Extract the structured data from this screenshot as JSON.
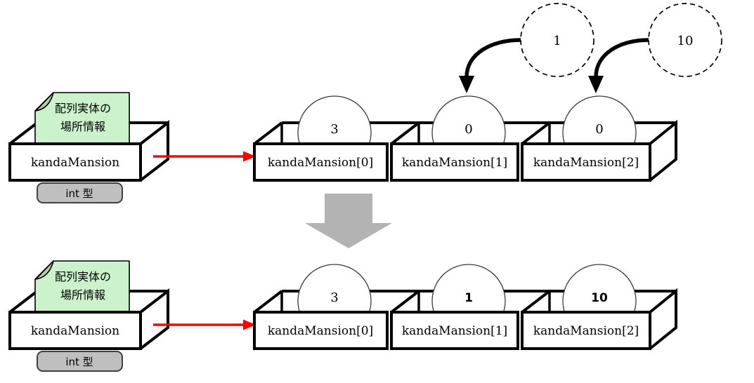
{
  "diagram": {
    "colors": {
      "note_fill": "#ccf2cc",
      "note_fold_fill": "#a9d8a9",
      "type_fill": "#bfbfbf",
      "arrow_red": "#ff0000",
      "transition_gray": "#b3b3b3"
    },
    "floating_values": [
      {
        "value": "1"
      },
      {
        "value": "10"
      }
    ],
    "rows": [
      {
        "note_line1": "配列実体の",
        "note_line2": "場所情報",
        "variable_name": "kandaMansion",
        "type_label": "int 型",
        "cells": [
          {
            "label": "kandaMansion[0]",
            "value": "3"
          },
          {
            "label": "kandaMansion[1]",
            "value": "0"
          },
          {
            "label": "kandaMansion[2]",
            "value": "0"
          }
        ]
      },
      {
        "note_line1": "配列実体の",
        "note_line2": "場所情報",
        "variable_name": "kandaMansion",
        "type_label": "int 型",
        "cells": [
          {
            "label": "kandaMansion[0]",
            "value": "3"
          },
          {
            "label": "kandaMansion[1]",
            "value": "1"
          },
          {
            "label": "kandaMansion[2]",
            "value": "10"
          }
        ]
      }
    ]
  }
}
